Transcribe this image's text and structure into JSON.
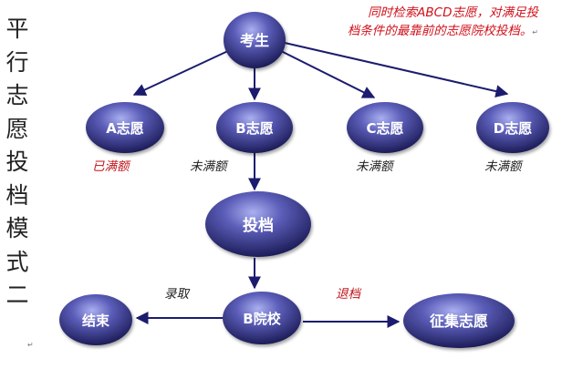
{
  "title": "平行志愿投档模式二",
  "note": {
    "line1": "同时检索ABCD志愿，对满足投",
    "line2": "档条件的最靠前的志愿院校投档。"
  },
  "paragraph_mark": "↵",
  "colors": {
    "node_fill_light": "#8c8fd9",
    "node_fill_dark": "#1b1b60",
    "arrow": "#1c1c6e",
    "status_red": "#c0141c",
    "note_red": "#d0101a"
  },
  "nodes": {
    "candidate": "考生",
    "choice_a": "A志愿",
    "choice_b": "B志愿",
    "choice_c": "C志愿",
    "choice_d": "D志愿",
    "submit": "投档",
    "college_b": "B院校",
    "end": "结束",
    "supplementary": "征集志愿"
  },
  "statuses": {
    "a": "已满额",
    "b": "未满额",
    "c": "未满额",
    "d": "未满额"
  },
  "edges": {
    "admit": "录取",
    "return": "退档"
  }
}
